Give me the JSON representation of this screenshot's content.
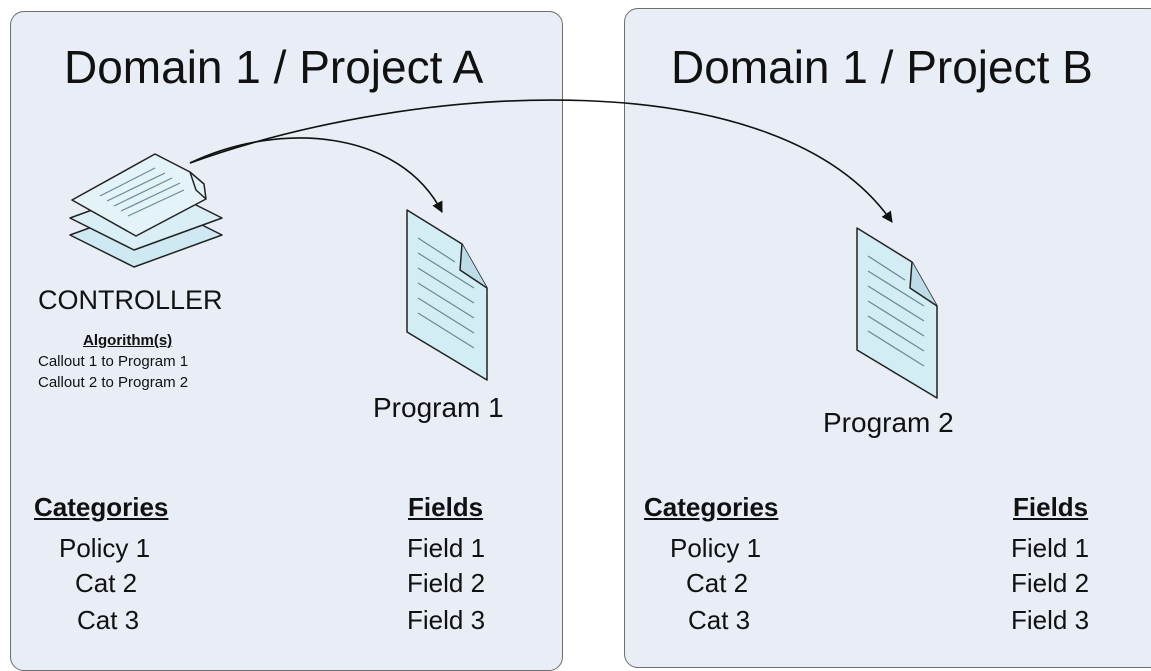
{
  "panels": [
    {
      "title": "Domain 1 / Project A",
      "controller": {
        "label": "CONTROLLER",
        "algorithm_heading": "Algorithm(s)",
        "callouts": [
          "Callout 1 to Program 1",
          "Callout 2 to Program 2"
        ]
      },
      "program_label": "Program 1",
      "categories": {
        "heading": "Categories",
        "items": [
          "Policy 1",
          "Cat 2",
          "Cat 3"
        ]
      },
      "fields": {
        "heading": "Fields",
        "items": [
          "Field 1",
          "Field 2",
          "Field 3"
        ]
      }
    },
    {
      "title": "Domain 1 / Project B",
      "program_label": "Program 2",
      "categories": {
        "heading": "Categories",
        "items": [
          "Policy 1",
          "Cat 2",
          "Cat 3"
        ]
      },
      "fields": {
        "heading": "Fields",
        "items": [
          "Field 1",
          "Field 2",
          "Field 3"
        ]
      }
    }
  ],
  "colors": {
    "panel_fill": "#e8edf6",
    "panel_border": "#6e6e6e",
    "document_fill": "#d3edf4",
    "document_lines": "#6a8896"
  },
  "icons": [
    "stacked-documents-icon",
    "document-icon",
    "document-icon"
  ]
}
